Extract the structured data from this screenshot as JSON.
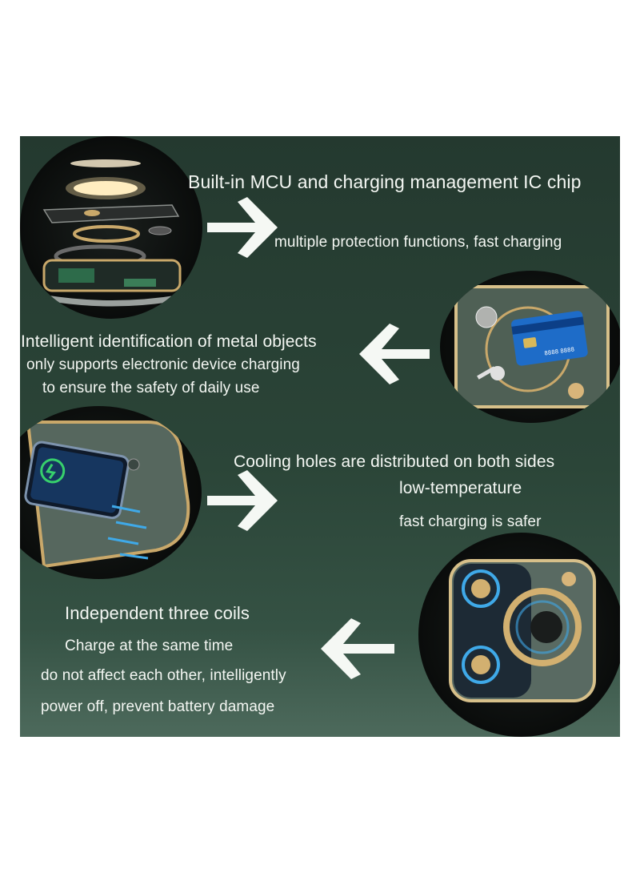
{
  "features": [
    {
      "id": "mcu",
      "lines": [
        "Built-in MCU and charging management IC chip",
        "multiple protection functions, fast charging"
      ],
      "arrow": "right",
      "icon": "exploded-charger-icon"
    },
    {
      "id": "metal",
      "lines": [
        "Intelligent identification of metal objects",
        "only supports electronic device charging",
        "to ensure the safety of daily use"
      ],
      "arrow": "left",
      "icon": "metal-objects-icon"
    },
    {
      "id": "cooling",
      "lines": [
        "Cooling holes are distributed on both sides",
        "low-temperature",
        "fast charging is safer"
      ],
      "arrow": "right",
      "icon": "phone-cooling-icon"
    },
    {
      "id": "coils",
      "lines": [
        "Independent three coils",
        "Charge at the same time",
        "do not affect each other, intelligently",
        "power off, prevent battery damage"
      ],
      "arrow": "left",
      "icon": "three-coils-icon"
    }
  ],
  "colors": {
    "background": "#2b4538",
    "text": "#f4f7f3",
    "gold": "#c9a86a",
    "cyan": "#3fa9e8"
  }
}
